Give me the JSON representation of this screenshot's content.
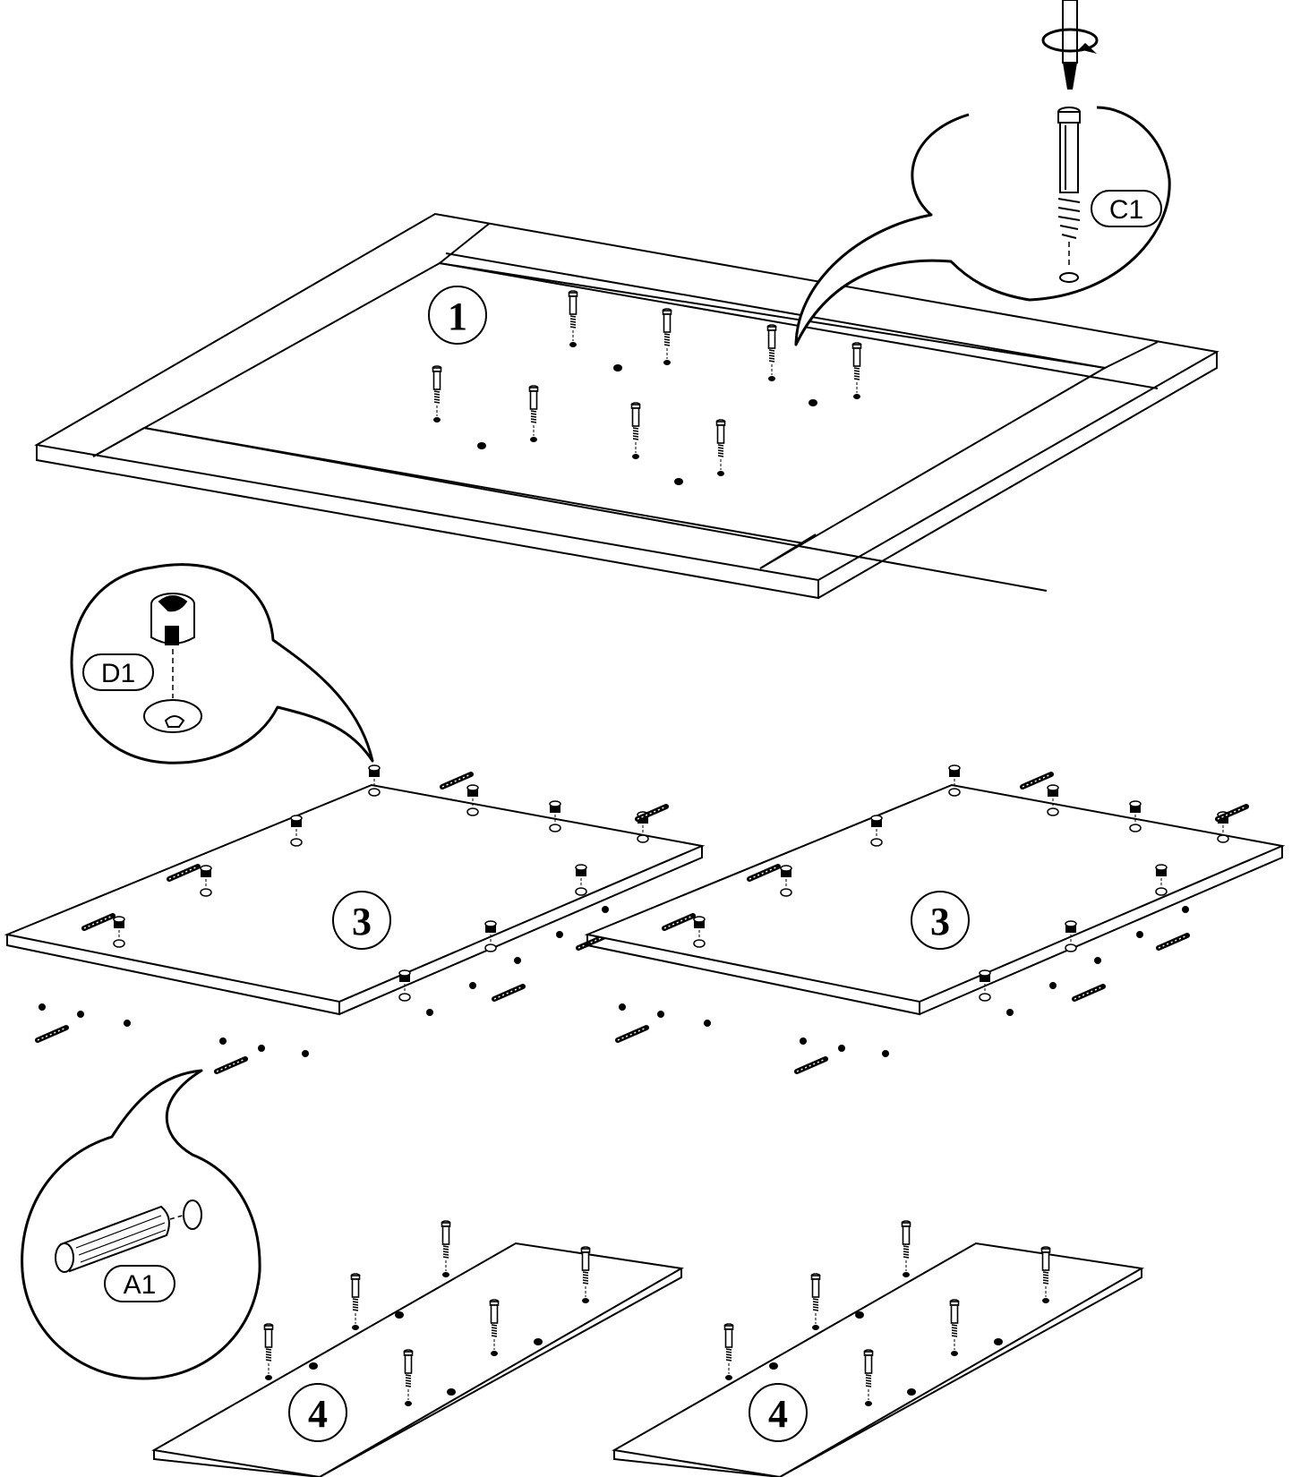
{
  "panels": {
    "panel_1": "1",
    "panel_3_left": "3",
    "panel_3_right": "3",
    "panel_4_left": "4",
    "panel_4_right": "4"
  },
  "callouts": {
    "c1": "C1",
    "d1": "D1",
    "a1": "A1"
  },
  "colors": {
    "line": "#000000",
    "background": "#ffffff"
  },
  "icons": {
    "c1": "cam-bolt-screw-icon",
    "d1": "cam-lock-icon",
    "a1": "wooden-dowel-icon",
    "screwdriver": "screwdriver-icon"
  }
}
